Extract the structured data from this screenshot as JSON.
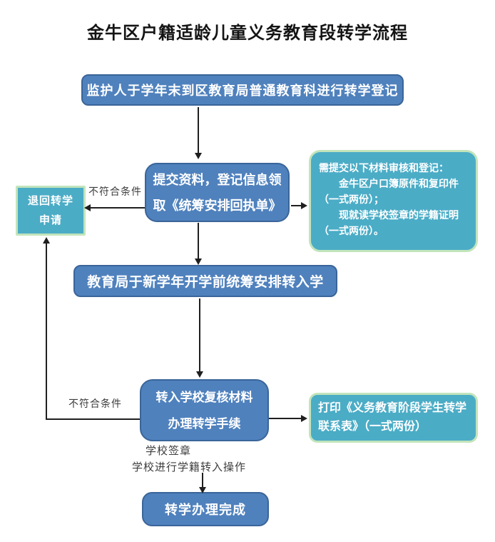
{
  "title": "金牛区户籍适龄儿童义务教育段转学流程",
  "colors": {
    "blue_fill": "#4f81bd",
    "blue_border": "#3a6599",
    "teal_fill": "#4bacc6",
    "teal_border": "#c2e4bb",
    "arrow": "#1f1f1f",
    "label_text": "#3d3d3d"
  },
  "steps": {
    "register": "监护人于学年末到区教育局普通教育科进行转学登记",
    "submit": {
      "line1": "提交资料，登记信息领",
      "line2": "取《统筹安排回执单》"
    },
    "arrange": "教育局于新学年开学前统筹安排转入学",
    "review": {
      "line1": "转入学校复核材料",
      "line2": "办理转学手续"
    },
    "complete": "转学办理完成"
  },
  "notes": {
    "materials": {
      "line1": "需提交以下材料审核和登记：",
      "line2": "金牛区户口簿原件和复印件",
      "line3": "（一式两份）；",
      "line4": "现就读学校签章的学籍证明",
      "line5": "（一式两份）。"
    },
    "print": {
      "line1": "打印《义务教育阶段学生转学",
      "line2": "联系表》（一式两份）"
    },
    "return_application": {
      "line1": "退回转学",
      "line2": "申请"
    }
  },
  "labels": {
    "reject_upper": "不符合条件",
    "reject_lower": "不符合条件",
    "school_seal": "学校签章",
    "school_action": "学校进行学籍转入操作"
  }
}
